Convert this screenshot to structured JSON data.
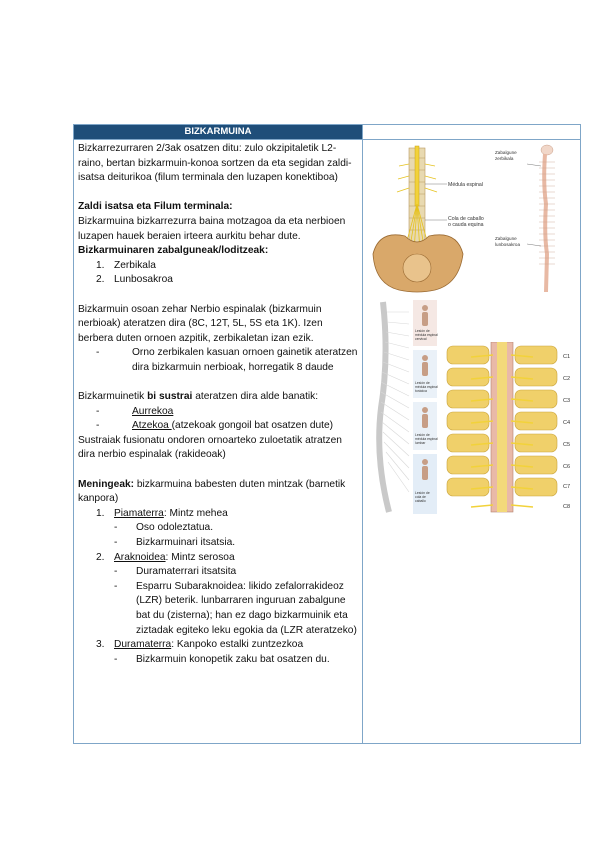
{
  "table": {
    "header": "BIZKARMUINA"
  },
  "content": {
    "intro": "Bizkarrezurraren 2/3ak osatzen ditu: zulo okzipitaletik L2-raino, bertan bizkarmuin-konoa sortzen da eta segidan zaldi-isatsa deiturikoa (filum terminala den luzapen konektiboa)",
    "zaldi_heading": "Zaldi isatsa eta Filum terminala:",
    "zaldi_text": "Bizkarmuina bizkarrezurra baina motzagoa da eta nerbioen luzapen hauek beraien irteera aurkitu behar dute.",
    "zabalgune_heading": "Bizkarmuinaren zabalguneak/loditzeak:",
    "zabalgune_items": [
      "Zerbikala",
      "Lunbosakroa"
    ],
    "nerbio_text": "Bizkarmuin osoan zehar Nerbio espinalak (bizkarmuin nerbioak) ateratzen dira (8C, 12T, 5L, 5S eta 1K). Izen berbera duten ornoen azpitik, zerbikaletan izan ezik.",
    "nerbio_dash": "Orno zerbikalen kasuan ornoen gainetik ateratzen dira bizkarmuin nerbioak, horregatik 8 daude",
    "sustrai_pre": "Bizkarmuinetik ",
    "sustrai_bold": "bi sustrai",
    "sustrai_post": " ateratzen dira alde banatik:",
    "aurrekoa": "Aurrekoa",
    "atzekoa": "Atzekoa ",
    "atzekoa_note": "(atzekoak gongoil bat osatzen dute)",
    "sustrai_fusion": "Sustraiak fusionatu ondoren ornoarteko zuloetatik atratzen dira nerbio espinalak (rakideoak)",
    "meningeak_label": "Meningeak:",
    "meningeak_text": " bizkarmuina babesten duten mintzak (barnetik kanpora)",
    "meninges": [
      {
        "num": "1.",
        "name": "Piamaterra",
        "desc": ": Mintz mehea",
        "subs": [
          "Oso odoleztatua.",
          "Bizkarmuinari itsatsia."
        ]
      },
      {
        "num": "2.",
        "name": "Araknoidea",
        "desc": ": Mintz serosoa",
        "subs": [
          "Duramaterrari itsatsita",
          "Esparru Subaraknoidea: likido zefalorrakideoz (LZR) beterik. lunbarraren inguruan zabalgune bat du (zisterna); han ez dago bizkarmuinik eta ziztadak egiteko leku egokia da (LZR ateratzeko)"
        ]
      },
      {
        "num": "3.",
        "name": "Duramaterra",
        "desc": ": Kanpoko estalki zuntzezkoa",
        "subs": [
          "Bizkarmuin konopetik zaku bat osatzen du."
        ]
      }
    ]
  },
  "figure": {
    "labels": {
      "medula": "Médula espinal",
      "cola": "Cola de caballo",
      "cola2": "o cauda equina",
      "zerb1": "Zabalgune",
      "zerb2": "zerbikala",
      "lunb1": "Zabalgune",
      "lunb2": "lunbosakroa",
      "lesion1a": "Lesión de",
      "lesion1b": "médula espinal",
      "lesion1c": "cervical",
      "lesion2a": "Lesión de",
      "lesion2b": "médula espinal",
      "lesion2c": "torácica",
      "lesion3a": "Lesión de",
      "lesion3b": "médula espinal",
      "lesion3c": "lumbar",
      "lesion4a": "Lesión de",
      "lesion4b": "cola de",
      "lesion4c": "caballo"
    },
    "vertebra_labels": [
      "C1",
      "C2",
      "C3",
      "C4",
      "C5",
      "C6",
      "C7",
      "C8"
    ]
  }
}
